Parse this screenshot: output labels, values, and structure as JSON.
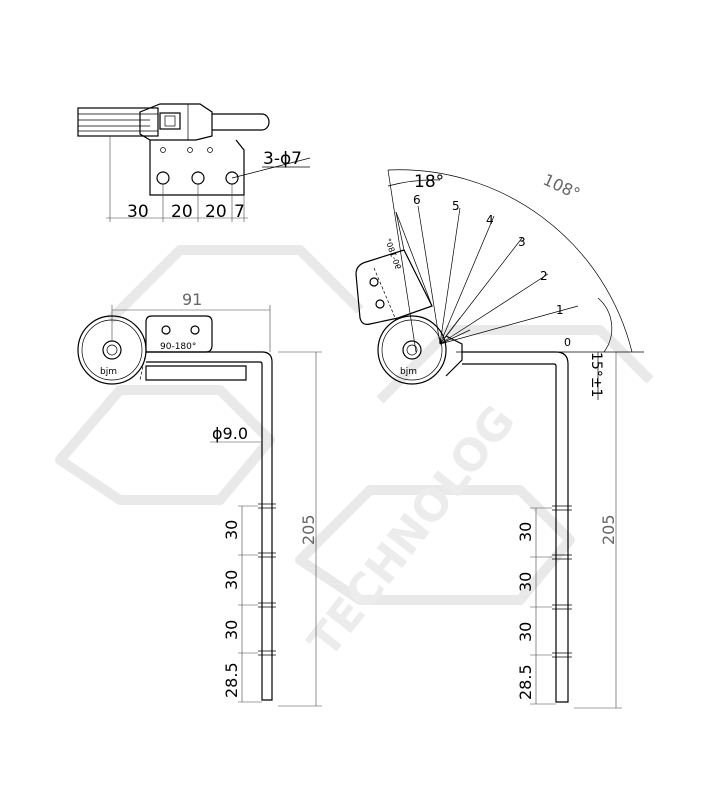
{
  "watermark": {
    "text": "TECHNOLOG",
    "color": "#ececec"
  },
  "top_view": {
    "hole_label": "3-ϕ7",
    "dims": [
      "30",
      "20",
      "20",
      "7"
    ]
  },
  "left_view": {
    "width_dim": "91",
    "angle_label": "90-180°",
    "brand": "bjm",
    "rod_dim": "ϕ9.0",
    "height_dim": "205",
    "segment_dims": [
      "30",
      "30",
      "30",
      "28.5"
    ]
  },
  "right_view": {
    "angle_top": "18°",
    "angle_range": "108°",
    "angle_bottom": "15°±1",
    "positions": [
      "0",
      "1",
      "2",
      "3",
      "4",
      "5",
      "6"
    ],
    "angle_label": "90-180°",
    "brand": "bjm",
    "height_dim": "205",
    "segment_dims": [
      "30",
      "30",
      "30",
      "28.5"
    ]
  }
}
